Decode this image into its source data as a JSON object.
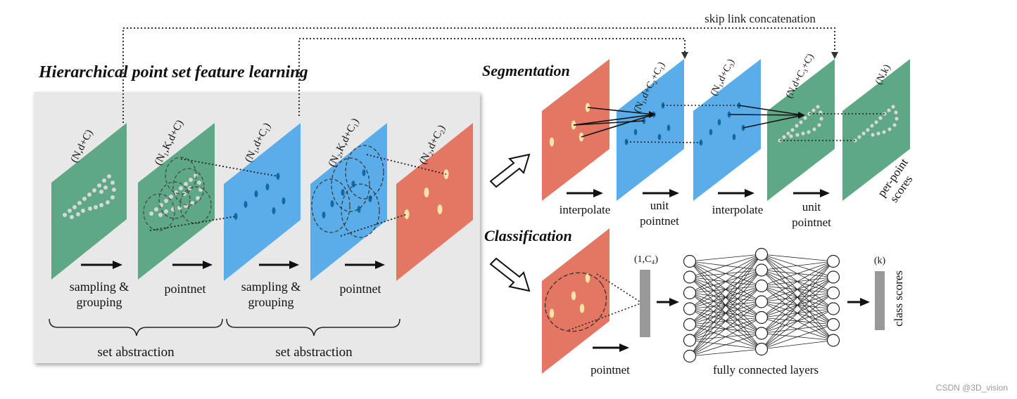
{
  "colors": {
    "green": "#5ea886",
    "blue": "#5aade9",
    "red": "#e47664",
    "panel": "#e8e8e8",
    "point_light": "#d7d7d7",
    "point_dark": "#0f6aa8",
    "point_cream": "#fce4a6",
    "bar": "#999999"
  },
  "left": {
    "title": "Hierarchical point set feature learning",
    "planes": [
      {
        "label": "(N,d+C)"
      },
      {
        "label": "(N₁,K,d+C)"
      },
      {
        "label": "(N₁,d+C₁)"
      },
      {
        "label": "(N₂,K,d+C₁)"
      },
      {
        "label": "(N₂,d+C₂)"
      }
    ],
    "step_labels": [
      {
        "l1": "sampling &",
        "l2": "grouping"
      },
      {
        "l1": "pointnet",
        "l2": ""
      },
      {
        "l1": "sampling &",
        "l2": "grouping"
      },
      {
        "l1": "pointnet",
        "l2": ""
      }
    ],
    "brace_labels": [
      "set abstraction",
      "set abstraction"
    ]
  },
  "skip_label": "skip link concatenation",
  "segmentation": {
    "title": "Segmentation",
    "planes": [
      {
        "label": ""
      },
      {
        "label": "(N₁,d+C₂+C₁)"
      },
      {
        "label": "(N₁,d+C₃)"
      },
      {
        "label": "(N,d+C₃+C)"
      },
      {
        "label": "(N,k)"
      }
    ],
    "step_labels": [
      {
        "l1": "interpolate",
        "l2": ""
      },
      {
        "l1": "unit",
        "l2": "pointnet"
      },
      {
        "l1": "interpolate",
        "l2": ""
      },
      {
        "l1": "unit",
        "l2": "pointnet"
      }
    ],
    "side_label": {
      "l1": "per-point",
      "l2": "scores"
    }
  },
  "classification": {
    "title": "Classification",
    "vector_label": "(1,C₄)",
    "pointnet_label": "pointnet",
    "fc_label": "fully connected layers",
    "output_label": "(k)",
    "scores_label": "class scores"
  },
  "watermark": "CSDN @3D_vision"
}
